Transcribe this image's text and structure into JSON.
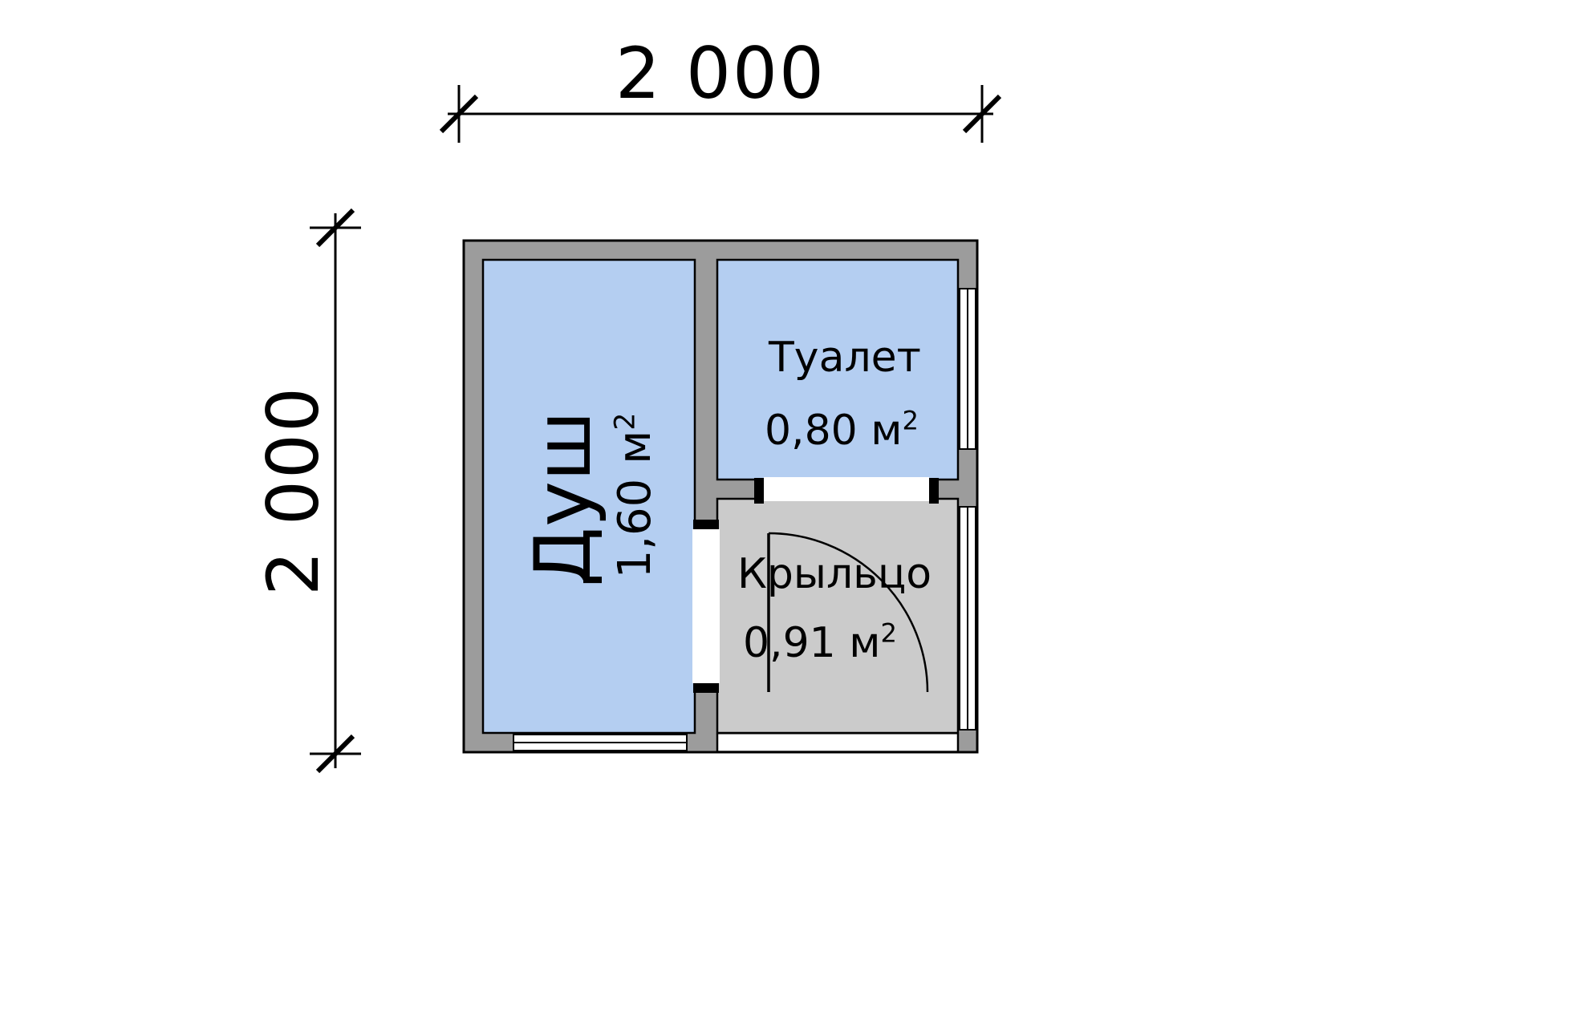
{
  "diagram": {
    "kind": "floor-plan",
    "dimensions": {
      "top": "2 000",
      "left": "2 000"
    },
    "rooms": [
      {
        "id": "shower",
        "name": "Душ",
        "area_value": "1,60 м",
        "area_sup": "2"
      },
      {
        "id": "toilet",
        "name": "Туалет",
        "area_value": "0,80 м",
        "area_sup": "2"
      },
      {
        "id": "porch",
        "name": "Крыльцо",
        "area_value": "0,91 м",
        "area_sup": "2"
      }
    ],
    "colors": {
      "room_fill": "#b4cef1",
      "porch_fill": "#cbcbcb",
      "wall_fill": "#9c9c9c",
      "line": "#000000",
      "background": "#ffffff"
    }
  }
}
